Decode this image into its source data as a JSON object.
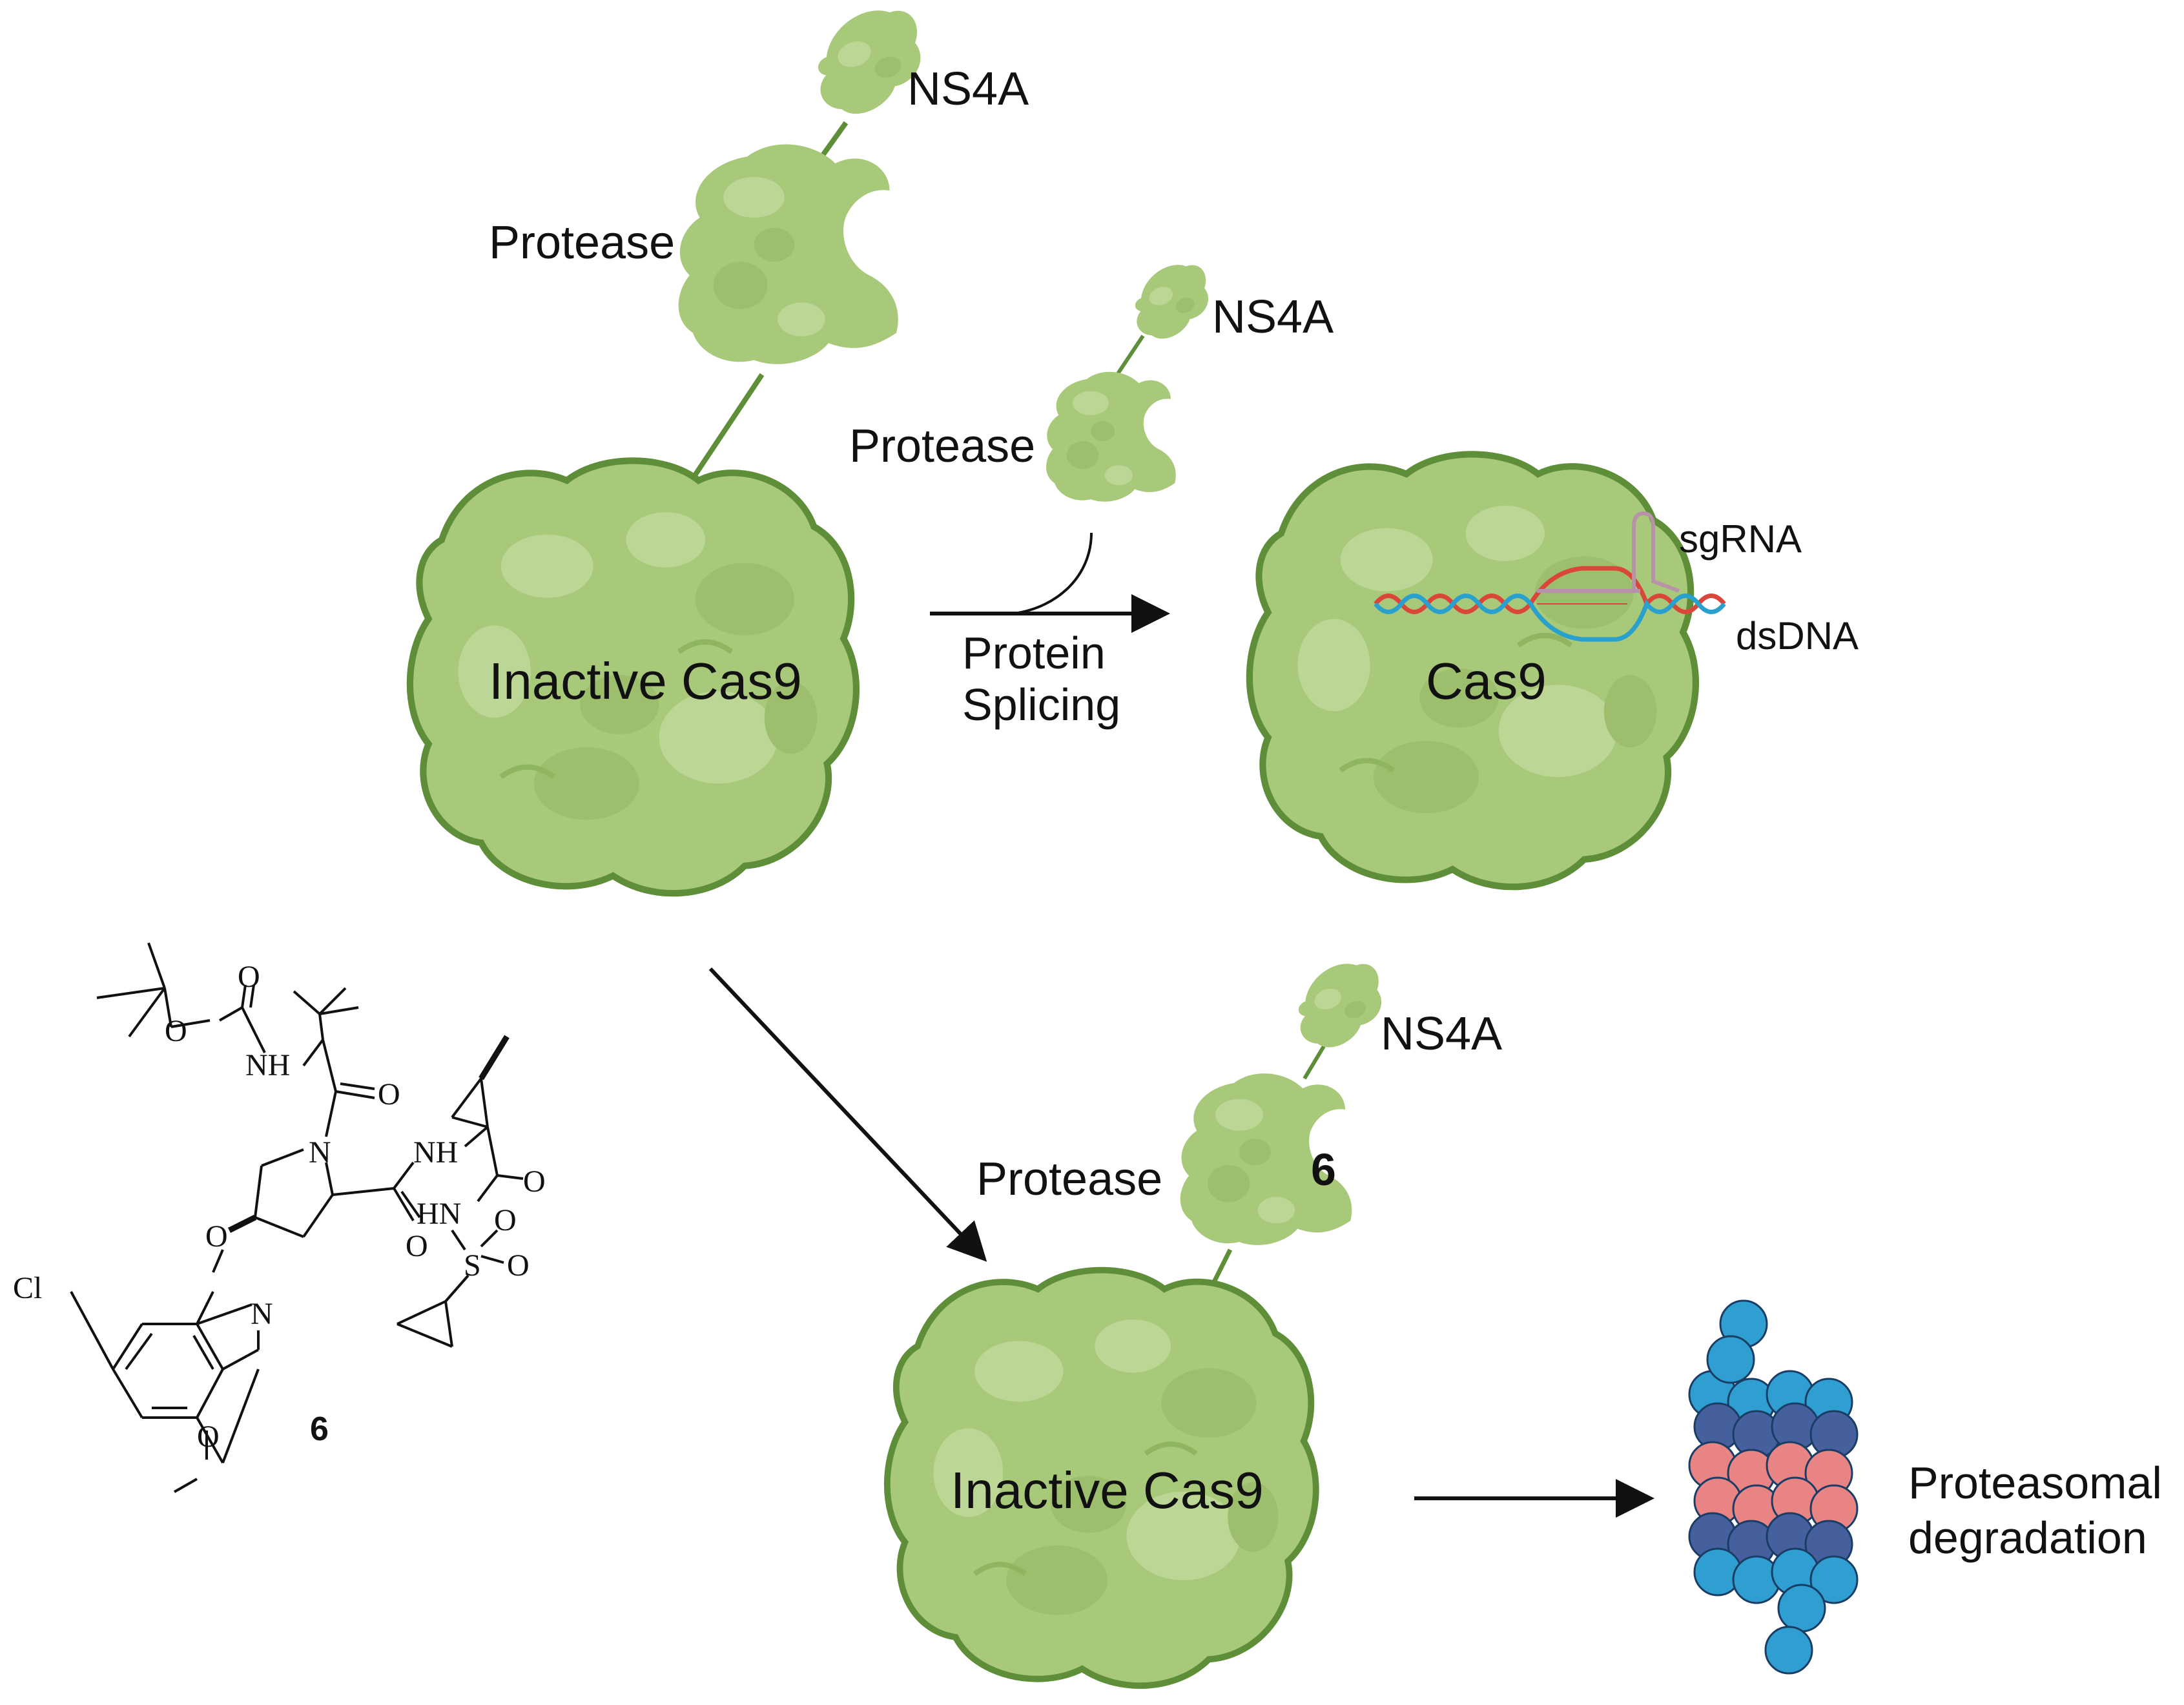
{
  "labels": {
    "top_ns4a": "NS4A",
    "top_protease": "Protease",
    "top_cas9": "Inactive Cas9",
    "mid_ns4a": "NS4A",
    "mid_protease": "Protease",
    "splicing_line1": "Protein",
    "splicing_line2": "Splicing",
    "active_cas9": "Cas9",
    "sgrna": "sgRNA",
    "dsdna": "dsDNA",
    "bottom_ns4a": "NS4A",
    "bottom_protease": "Protease",
    "bottom_cas9": "Inactive Cas9",
    "bound_compound": "6",
    "degradation_line1": "Proteasomal",
    "degradation_line2": "degradation"
  },
  "compound": {
    "number": "6",
    "atoms": {
      "o_carbonyl_boc": "O",
      "o_ester": "O",
      "nh_carbamate": "NH",
      "o_amide1": "O",
      "n_pyrrolidine": "N",
      "nh_amide": "NH",
      "o_amide2": "O",
      "o_amide3": "O",
      "hn_sulfonamide": "HN",
      "s": "S",
      "o_s1": "O",
      "o_s2": "O",
      "o_ether": "O",
      "cl": "Cl",
      "n_ring": "N",
      "o_methoxy": "O"
    }
  },
  "colors": {
    "protein_fill": "#a9c97a",
    "protein_stroke": "#5e8e38",
    "blob_highlight": "#bcd795",
    "proteasome_cyan": "#2e9fd0",
    "proteasome_navy": "#46609e",
    "proteasome_pink": "#e98484",
    "dna_red": "#d9473a",
    "dna_blue": "#2aa0cc",
    "sgrna": "#b892a8"
  },
  "icons": {
    "proteasome": "proteasome-icon",
    "cas9": "cas9-protein-icon",
    "protease": "protease-icon"
  }
}
